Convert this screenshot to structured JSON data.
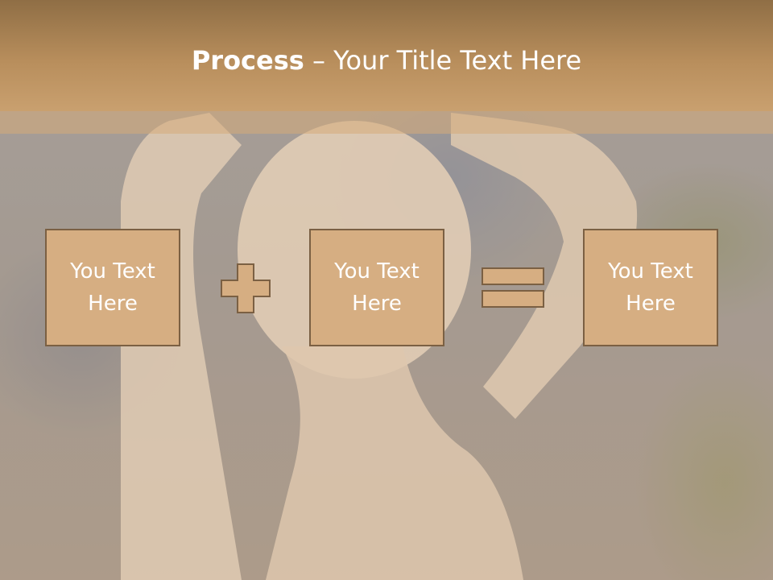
{
  "slide": {
    "title_bold": "Process",
    "title_rest": " – Your Title Text Here",
    "boxes": [
      {
        "label": "You Text Here"
      },
      {
        "label": "You Text Here"
      },
      {
        "label": "You Text Here"
      }
    ],
    "operators": [
      "plus-icon",
      "equals-icon"
    ]
  },
  "colors": {
    "header": "#b88e5c",
    "box_fill": "#d6ae82",
    "box_border": "#7b6043",
    "text": "#ffffff"
  }
}
